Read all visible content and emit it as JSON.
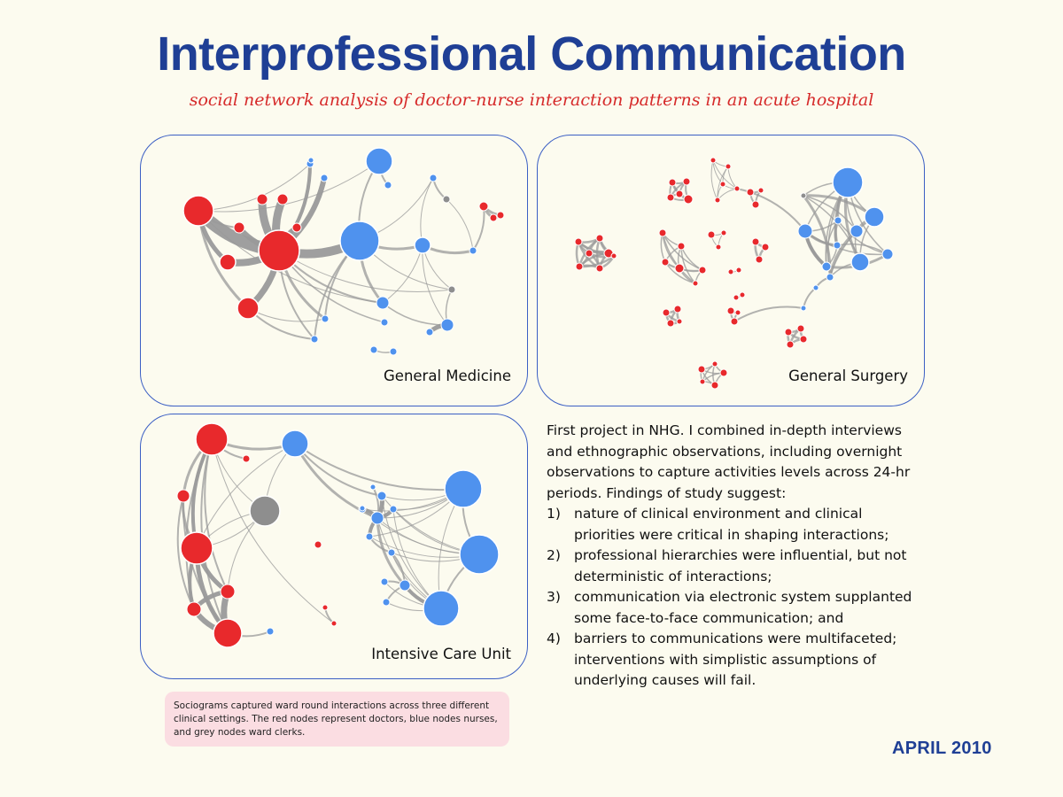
{
  "title": "Interprofessional Communication",
  "subtitle": "social network analysis of doctor-nurse interaction patterns in an acute hospital",
  "colors": {
    "doctor": "#e8292c",
    "nurse": "#4f92ee",
    "clerk": "#8e8e8e",
    "edge": "#9a9a9a",
    "title": "#1f3f95",
    "subtitle": "#d62a2a",
    "panel_border": "#3b5fc4",
    "caption_bg": "#fbdde2"
  },
  "panels": {
    "general_medicine": {
      "label": "General Medicine"
    },
    "general_surgery": {
      "label": "General Surgery"
    },
    "icu": {
      "label": "Intensive Care Unit"
    }
  },
  "description": {
    "intro": "First project in NHG. I combined in-depth interviews and ethnographic observations, including overnight observations to capture activities levels across 24-hr periods. Findings of study suggest:",
    "findings": [
      {
        "num": "1)",
        "text": "nature of clinical environment and clinical priorities were critical in shaping interactions;"
      },
      {
        "num": "2)",
        "text": "professional hierarchies were influential, but not deterministic of interactions;"
      },
      {
        "num": "3)",
        "text": "communication via electronic system supplanted some face-to-face communication; and"
      },
      {
        "num": "4)",
        "text": "barriers to communications were multifaceted; interventions with simplistic assumptions of underlying causes will fail."
      }
    ]
  },
  "caption": "Sociograms captured ward round interactions across three different clinical settings. The red nodes represent doctors, blue nodes nurses, and grey nodes ward clerks.",
  "date": "APRIL 2010"
}
